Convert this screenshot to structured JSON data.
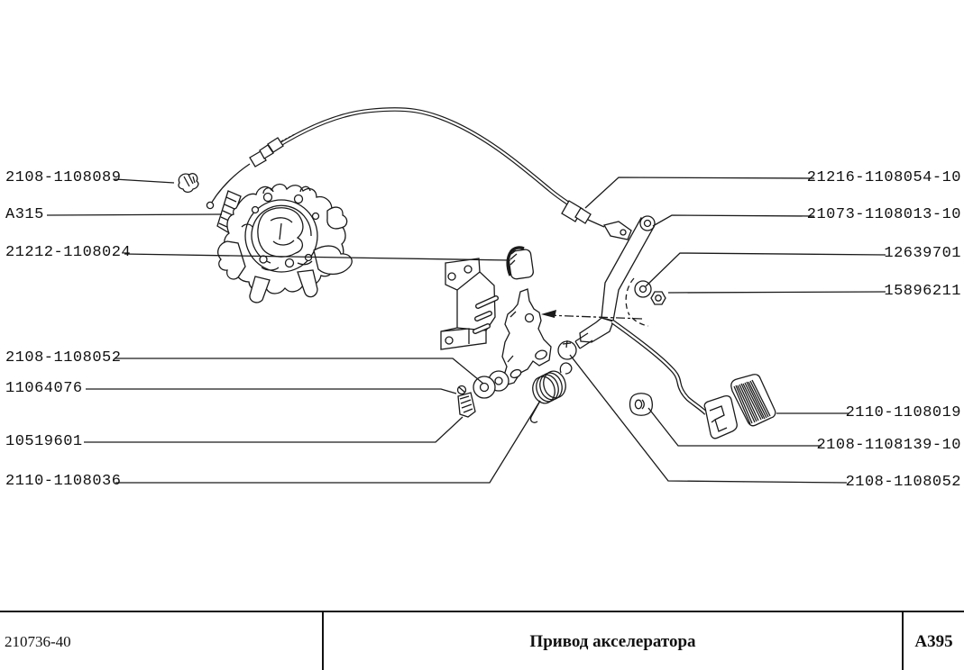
{
  "figure": {
    "kind": "exploded-parts-diagram",
    "subject_title": "Привод акселератора"
  },
  "labels": {
    "left": [
      {
        "text": "2108-1108089"
      },
      {
        "text": "А315"
      },
      {
        "text": "21212-1108024"
      },
      {
        "text": "2108-1108052"
      },
      {
        "text": "11064076"
      },
      {
        "text": "10519601"
      },
      {
        "text": "2110-1108036"
      }
    ],
    "right": [
      {
        "text": "21216-1108054-10"
      },
      {
        "text": "21073-1108013-10"
      },
      {
        "text": "12639701"
      },
      {
        "text": "15896211"
      },
      {
        "text": "2110-1108019"
      },
      {
        "text": "2108-1108139-10"
      },
      {
        "text": "2108-1108052"
      }
    ]
  },
  "footer": {
    "doc_number": "210736-40",
    "title": "Привод акселератора",
    "page_code": "А395"
  },
  "colors": {
    "ink": "#1a1a1a",
    "paper": "#ffffff"
  }
}
